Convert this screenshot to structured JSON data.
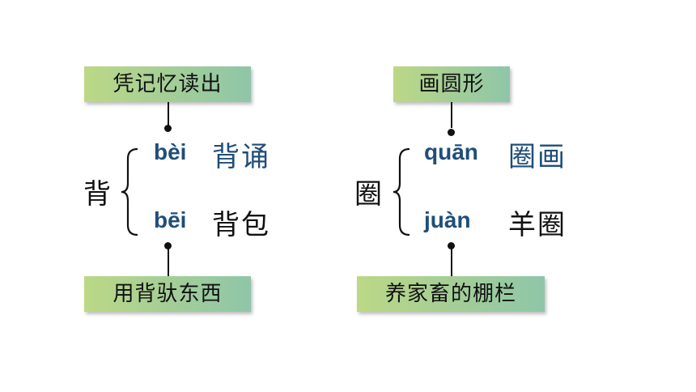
{
  "left": {
    "character": "背",
    "top_box": "凭记忆读出",
    "bottom_box": "用背驮东西",
    "readings": [
      {
        "pinyin": "bèi",
        "word": "背诵"
      },
      {
        "pinyin": "bēi",
        "word": "背包"
      }
    ]
  },
  "right": {
    "character": "圈",
    "top_box": "画圆形",
    "bottom_box": "养家畜的棚栏",
    "readings": [
      {
        "pinyin": "quān",
        "word": "圈画"
      },
      {
        "pinyin": "juàn",
        "word": "羊圈"
      }
    ]
  },
  "colors": {
    "pinyin": "#1f4e79",
    "box_gradient_start": "#bcd886",
    "box_gradient_end": "#8fc6a8"
  }
}
